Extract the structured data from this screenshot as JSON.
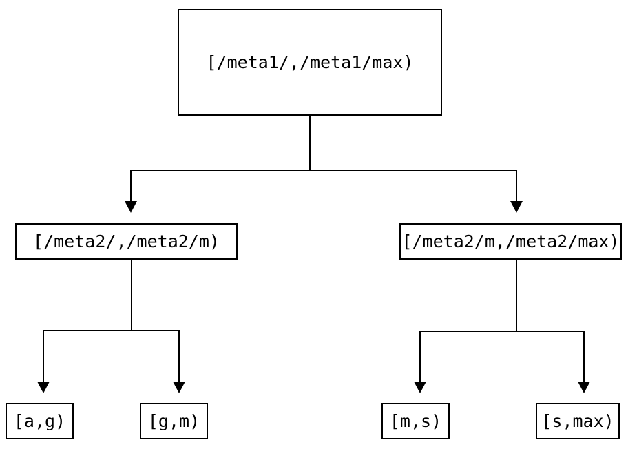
{
  "diagram": {
    "type": "tree",
    "description": "Key-range partition tree diagram",
    "background_color": "#ffffff",
    "line_color": "#000000",
    "text_color": "#000000",
    "nodes": {
      "root": {
        "label": "[/meta1/,/meta1/max)"
      },
      "left": {
        "label": "[/meta2/,/meta2/m)"
      },
      "right": {
        "label": "[/meta2/m,/meta2/max)"
      },
      "leaf_ag": {
        "label": "[a,g)"
      },
      "leaf_gm": {
        "label": "[g,m)"
      },
      "leaf_ms": {
        "label": "[m,s)"
      },
      "leaf_smax": {
        "label": "[s,max)"
      }
    },
    "edges": [
      {
        "from": "root",
        "to": "left"
      },
      {
        "from": "root",
        "to": "right"
      },
      {
        "from": "left",
        "to": "leaf_ag"
      },
      {
        "from": "left",
        "to": "leaf_gm"
      },
      {
        "from": "right",
        "to": "leaf_ms"
      },
      {
        "from": "right",
        "to": "leaf_smax"
      }
    ]
  }
}
